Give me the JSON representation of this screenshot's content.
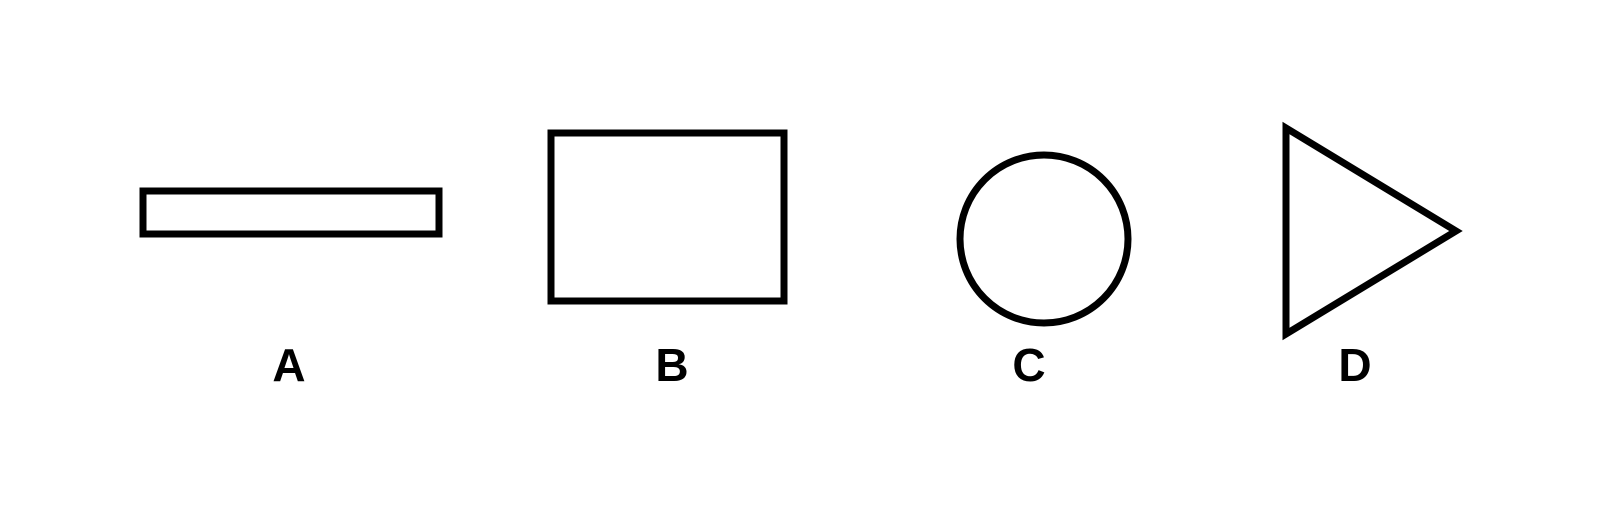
{
  "colors": {
    "stroke": "#000000",
    "label": "#000000",
    "background": "#ffffff"
  },
  "figures": [
    {
      "shape": "thin-rectangle",
      "label": "A"
    },
    {
      "shape": "rectangle",
      "label": "B"
    },
    {
      "shape": "circle",
      "label": "C"
    },
    {
      "shape": "triangle",
      "label": "D"
    }
  ]
}
